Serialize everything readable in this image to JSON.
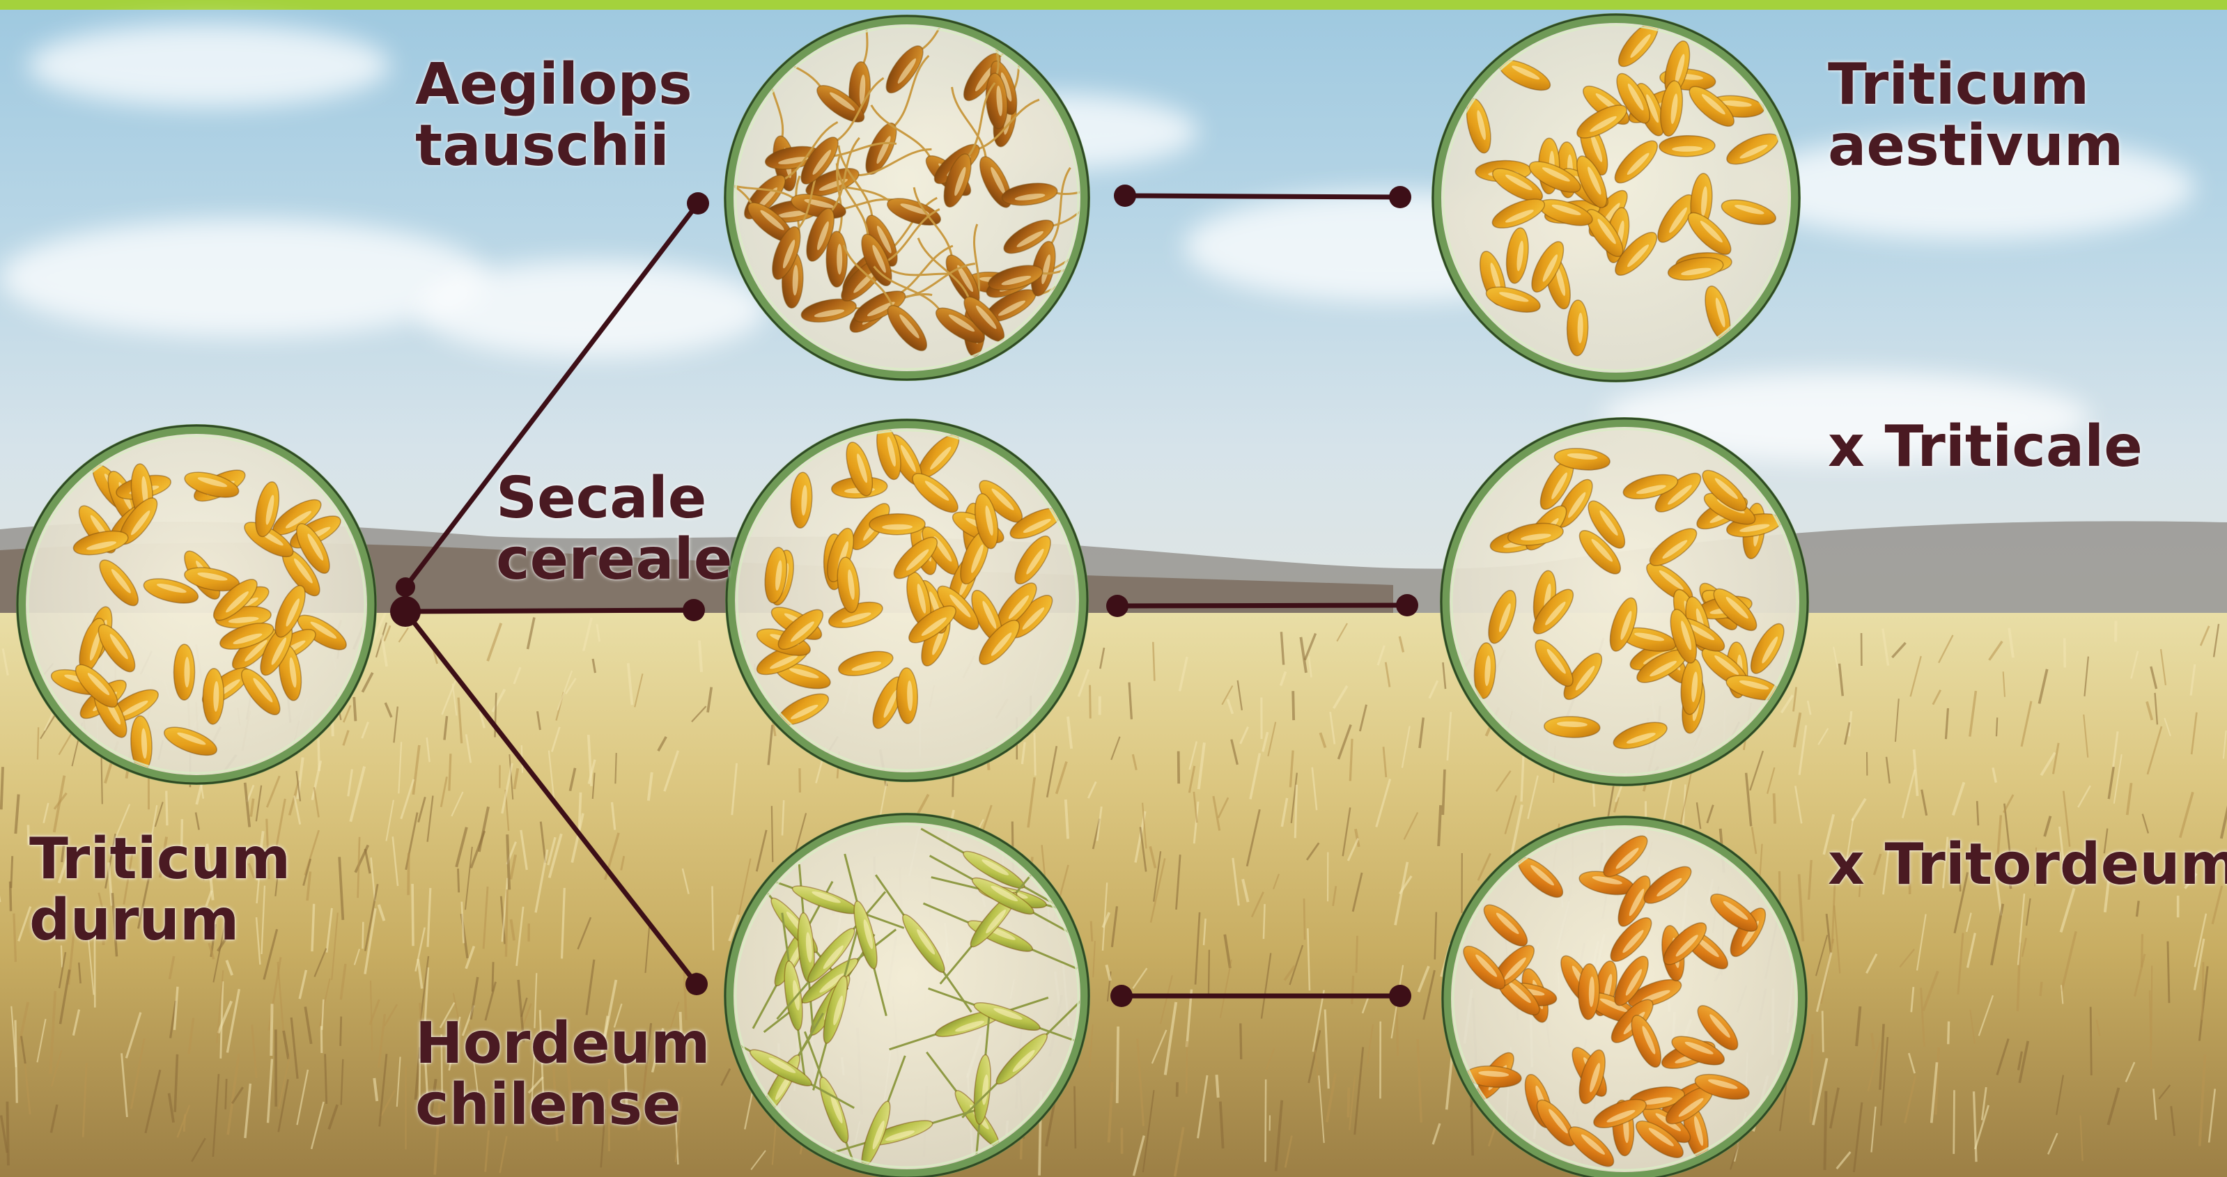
{
  "colors": {
    "accent_bar": "#a4d23c",
    "label_text": "#4a1a22",
    "connector": "#3d0f17",
    "dish_rim": "#6f9a56"
  },
  "source": {
    "name_line1": "Triticum",
    "name_line2": "durum",
    "icon": "wheat-grain-dish"
  },
  "parents": [
    {
      "id": "aegilops",
      "name_line1": "Aegilops",
      "name_line2": "tauschii",
      "icon": "grain-dish"
    },
    {
      "id": "secale",
      "name_line1": "Secale",
      "name_line2": "cereale",
      "icon": "grain-dish"
    },
    {
      "id": "hordeum",
      "name_line1": "Hordeum",
      "name_line2": "chilense",
      "icon": "grain-dish"
    }
  ],
  "results": [
    {
      "id": "aestivum",
      "name_line1": "Triticum",
      "name_line2": "aestivum",
      "icon": "grain-dish"
    },
    {
      "id": "triticale",
      "name_line1": "x Triticale",
      "name_line2": "",
      "icon": "grain-dish"
    },
    {
      "id": "tritordeum",
      "name_line1": "x Tritordeum",
      "name_line2": "",
      "icon": "grain-dish"
    }
  ]
}
